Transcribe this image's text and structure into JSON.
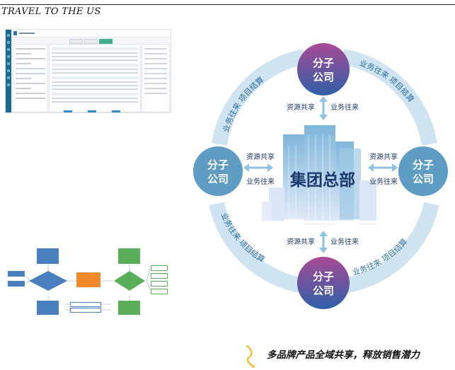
{
  "header": {
    "title": "TRAVEL TO THE US"
  },
  "diagram": {
    "center_label": "集团总部",
    "nodes": [
      {
        "line1": "分子",
        "line2": "公司"
      },
      {
        "line1": "分子",
        "line2": "公司"
      },
      {
        "line1": "分子",
        "line2": "公司"
      },
      {
        "line1": "分子",
        "line2": "公司"
      }
    ],
    "relation_a": "资源共享",
    "relation_b": "业务往来",
    "arc_label": "业务往来 项目结算"
  },
  "colors": {
    "node_gradient_top": "#a94a95",
    "node_gradient_bottom": "#2e5fa8",
    "side_node": "#5f9cc4",
    "ring": "#cfe3f1",
    "footer_accent": "#f2c230"
  },
  "footer": {
    "text": "多品牌产品全域共享，释放销售潜力"
  }
}
